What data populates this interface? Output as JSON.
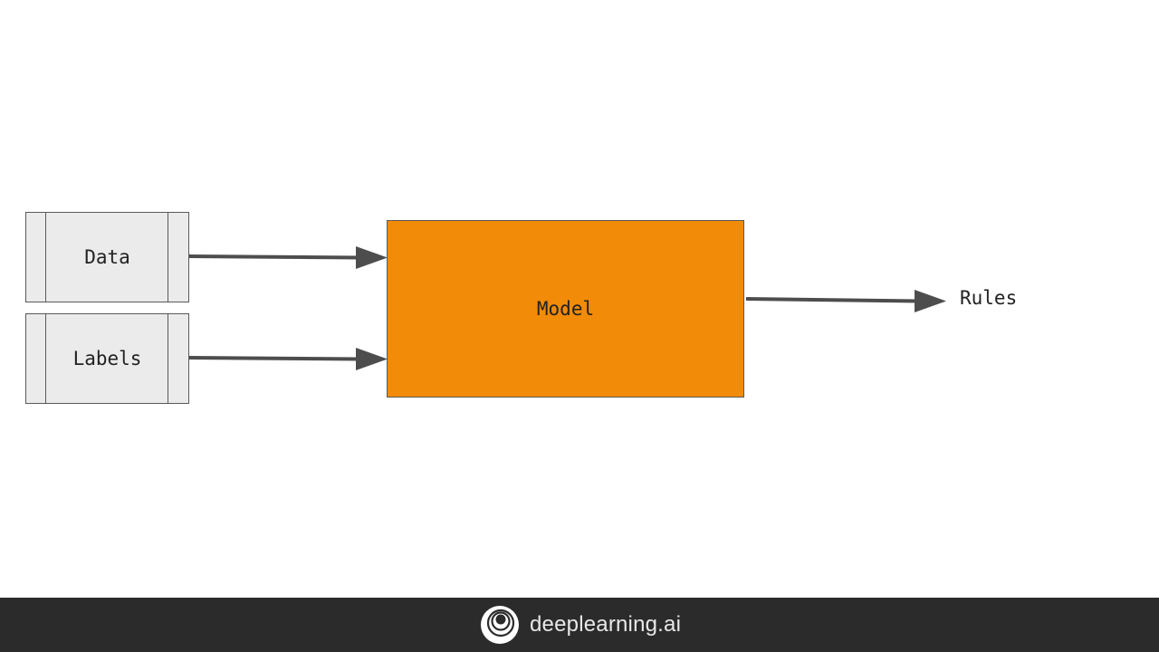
{
  "diagram": {
    "inputs": [
      {
        "label": "Data"
      },
      {
        "label": "Labels"
      }
    ],
    "model": {
      "label": "Model"
    },
    "output": {
      "label": "Rules"
    }
  },
  "footer": {
    "brand_name": "deeplearning.ai",
    "logo_icon": "deeplearning-logo-icon"
  },
  "colors": {
    "model_fill": "#f28b08",
    "input_fill": "#ebebeb",
    "arrow": "#4d4d4d",
    "footer_bg": "#2b2b2b"
  }
}
